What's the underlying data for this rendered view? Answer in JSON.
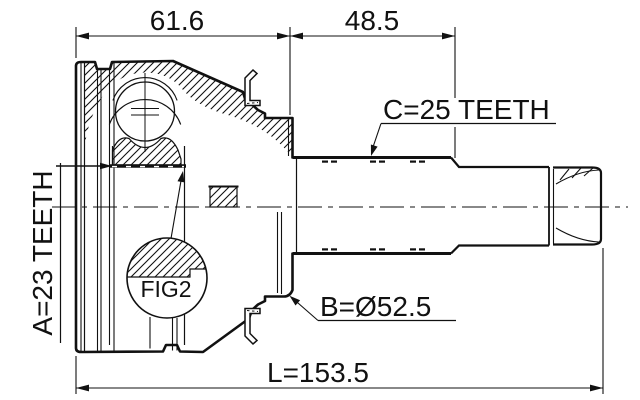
{
  "drawing": {
    "title_implied": "CV joint technical drawing",
    "colors": {
      "ink": "#111111",
      "paper": "#ffffff"
    },
    "dimensions": {
      "housing_width": "61.6",
      "spline_section_width": "48.5",
      "overall_length": "L=153.5"
    },
    "labels": {
      "outer_spline_teeth": "C=25 TEETH",
      "inner_spline_teeth": "A=23 TEETH",
      "body_diameter": "B=Ø52.5",
      "detail_reference": "FIG2"
    }
  }
}
